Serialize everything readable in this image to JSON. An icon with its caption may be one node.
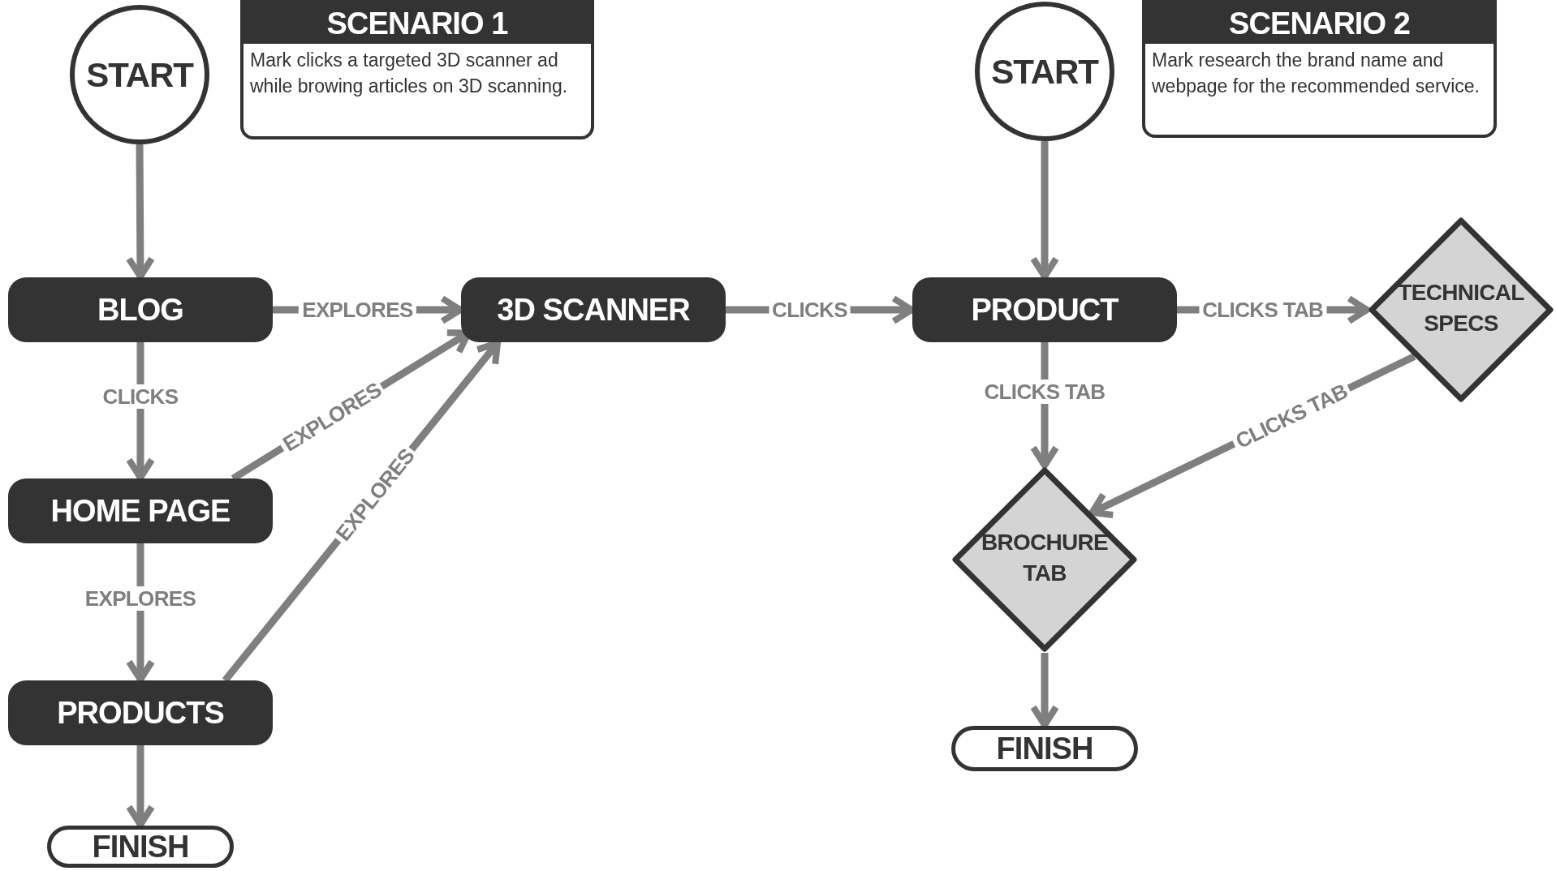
{
  "diagram": {
    "nodes": [
      {
        "text": [
          "SCENARIO 1",
          "Mark clicks a targeted 3D scanner ad while browing articles on 3D scanning."
        ]
      },
      {
        "text": [
          "START"
        ]
      },
      {
        "text": [
          "BLOG"
        ]
      },
      {
        "text": [
          "3D SCANNER"
        ]
      },
      {
        "text": [
          "HOME PAGE"
        ]
      },
      {
        "text": [
          "PRODUCTS"
        ]
      },
      {
        "text": [
          "FINISH"
        ]
      },
      {
        "text": [
          "SCENARIO 2",
          "Mark research the brand name and webpage for the recommended service."
        ]
      },
      {
        "text": [
          "START"
        ]
      },
      {
        "text": [
          "PRODUCT"
        ]
      },
      {
        "text": [
          "TECHNICAL SPECS"
        ]
      },
      {
        "text": [
          "BROCHURE TAB"
        ]
      },
      {
        "text": [
          "FINISH"
        ]
      }
    ],
    "edges": [
      {
        "from": 1,
        "to": 2,
        "arrow": "to"
      },
      {
        "from": 2,
        "to": 3,
        "arrow": "to",
        "label": "EXPLORES"
      },
      {
        "from": 2,
        "to": 4,
        "arrow": "to",
        "label": "CLICKS"
      },
      {
        "from": 4,
        "to": 3,
        "arrow": "to",
        "label": "EXPLORES"
      },
      {
        "from": 4,
        "to": 5,
        "arrow": "to",
        "label": "EXPLORES"
      },
      {
        "from": 5,
        "to": 3,
        "arrow": "to",
        "label": "EXPLORES"
      },
      {
        "from": 5,
        "to": 6,
        "arrow": "to"
      },
      {
        "from": 3,
        "to": 9,
        "arrow": "to",
        "label": "CLICKS"
      },
      {
        "from": 8,
        "to": 9,
        "arrow": "to"
      },
      {
        "from": 9,
        "to": 10,
        "arrow": "to",
        "label": "CLICKS TAB"
      },
      {
        "from": 9,
        "to": 11,
        "arrow": "to",
        "label": "CLICKS TAB"
      },
      {
        "from": 10,
        "to": 11,
        "arrow": "to",
        "label": "CLICKS TAB"
      },
      {
        "from": 11,
        "to": 12,
        "arrow": "to"
      }
    ]
  }
}
